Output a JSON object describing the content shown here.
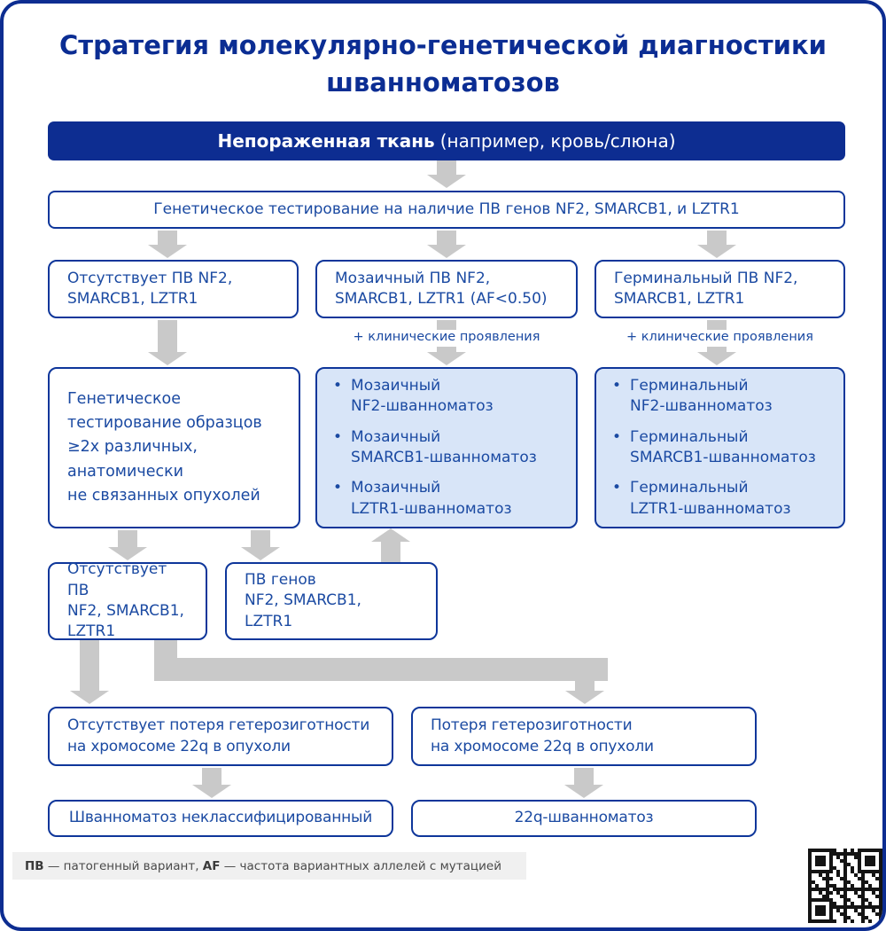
{
  "colors": {
    "primary_blue": "#0d2d91",
    "box_border_blue": "#0e369a",
    "box_text_blue": "#1b4aa2",
    "light_box_fill": "#d8e5f8",
    "arrow_gray": "#c9c9c9",
    "footnote_bg": "#f0f0f0"
  },
  "title": {
    "line1": "Стратегия молекулярно-генетической диагностики",
    "line2": "шванноматозов"
  },
  "unaffected_tissue": {
    "bold": "Непораженная ткань",
    "note": "(например, кровь/слюна)"
  },
  "genetic_testing": "Генетическое тестирование на наличие ПВ генов NF2, SMARCB1, и LZTR1",
  "no_pv": {
    "l1": "Отсутствует ПВ NF2,",
    "l2": "SMARCB1, LZTR1"
  },
  "mosaic_pv": {
    "l1": "Мозаичный ПВ NF2,",
    "l2": "SMARCB1, LZTR1  (AF<0.50)"
  },
  "germline_pv": {
    "l1": "Герминальный ПВ NF2,",
    "l2": "SMARCB1, LZTR1"
  },
  "clinical_note": "+ клинические проявления",
  "tumor_testing": {
    "l1": "Генетическое",
    "l2": "тестирование образцов",
    "l3": "≥2х различных,",
    "l4": "анатомически",
    "l5": "не связанных опухолей"
  },
  "mosaic_dx": {
    "items": [
      {
        "l1": "Мозаичный",
        "l2": "NF2-шванноматоз"
      },
      {
        "l1": "Мозаичный",
        "l2": "SMARCB1-шванноматоз"
      },
      {
        "l1": "Мозаичный",
        "l2": "LZTR1-шванноматоз"
      }
    ]
  },
  "germline_dx": {
    "items": [
      {
        "l1": "Герминальный",
        "l2": "NF2-шванноматоз"
      },
      {
        "l1": "Герминальный",
        "l2": "SMARCB1-шванноматоз"
      },
      {
        "l1": "Герминальный",
        "l2": "LZTR1-шванноматоз"
      }
    ]
  },
  "no_pv_tumor": {
    "l1": "Отсутствует ПВ",
    "l2": "NF2, SMARCB1,",
    "l3": "LZTR1"
  },
  "pv_genes": {
    "l1": "ПВ генов",
    "l2": "NF2, SMARCB1,",
    "l3": "LZTR1"
  },
  "no_loh": {
    "l1": "Отсутствует потеря гетерозиготности",
    "l2": "на хромосоме 22q в опухоли"
  },
  "loh": {
    "l1": "Потеря гетерозиготности",
    "l2": "на хромосоме 22q в опухоли"
  },
  "unclassified": "Шванноматоз неклассифицированный",
  "dx_22q": "22q-шванноматоз",
  "footnote": {
    "b1": "ПВ",
    "t1": " — патогенный вариант, ",
    "b2": "AF",
    "t2": " — частота вариантных аллелей с мутацией"
  }
}
